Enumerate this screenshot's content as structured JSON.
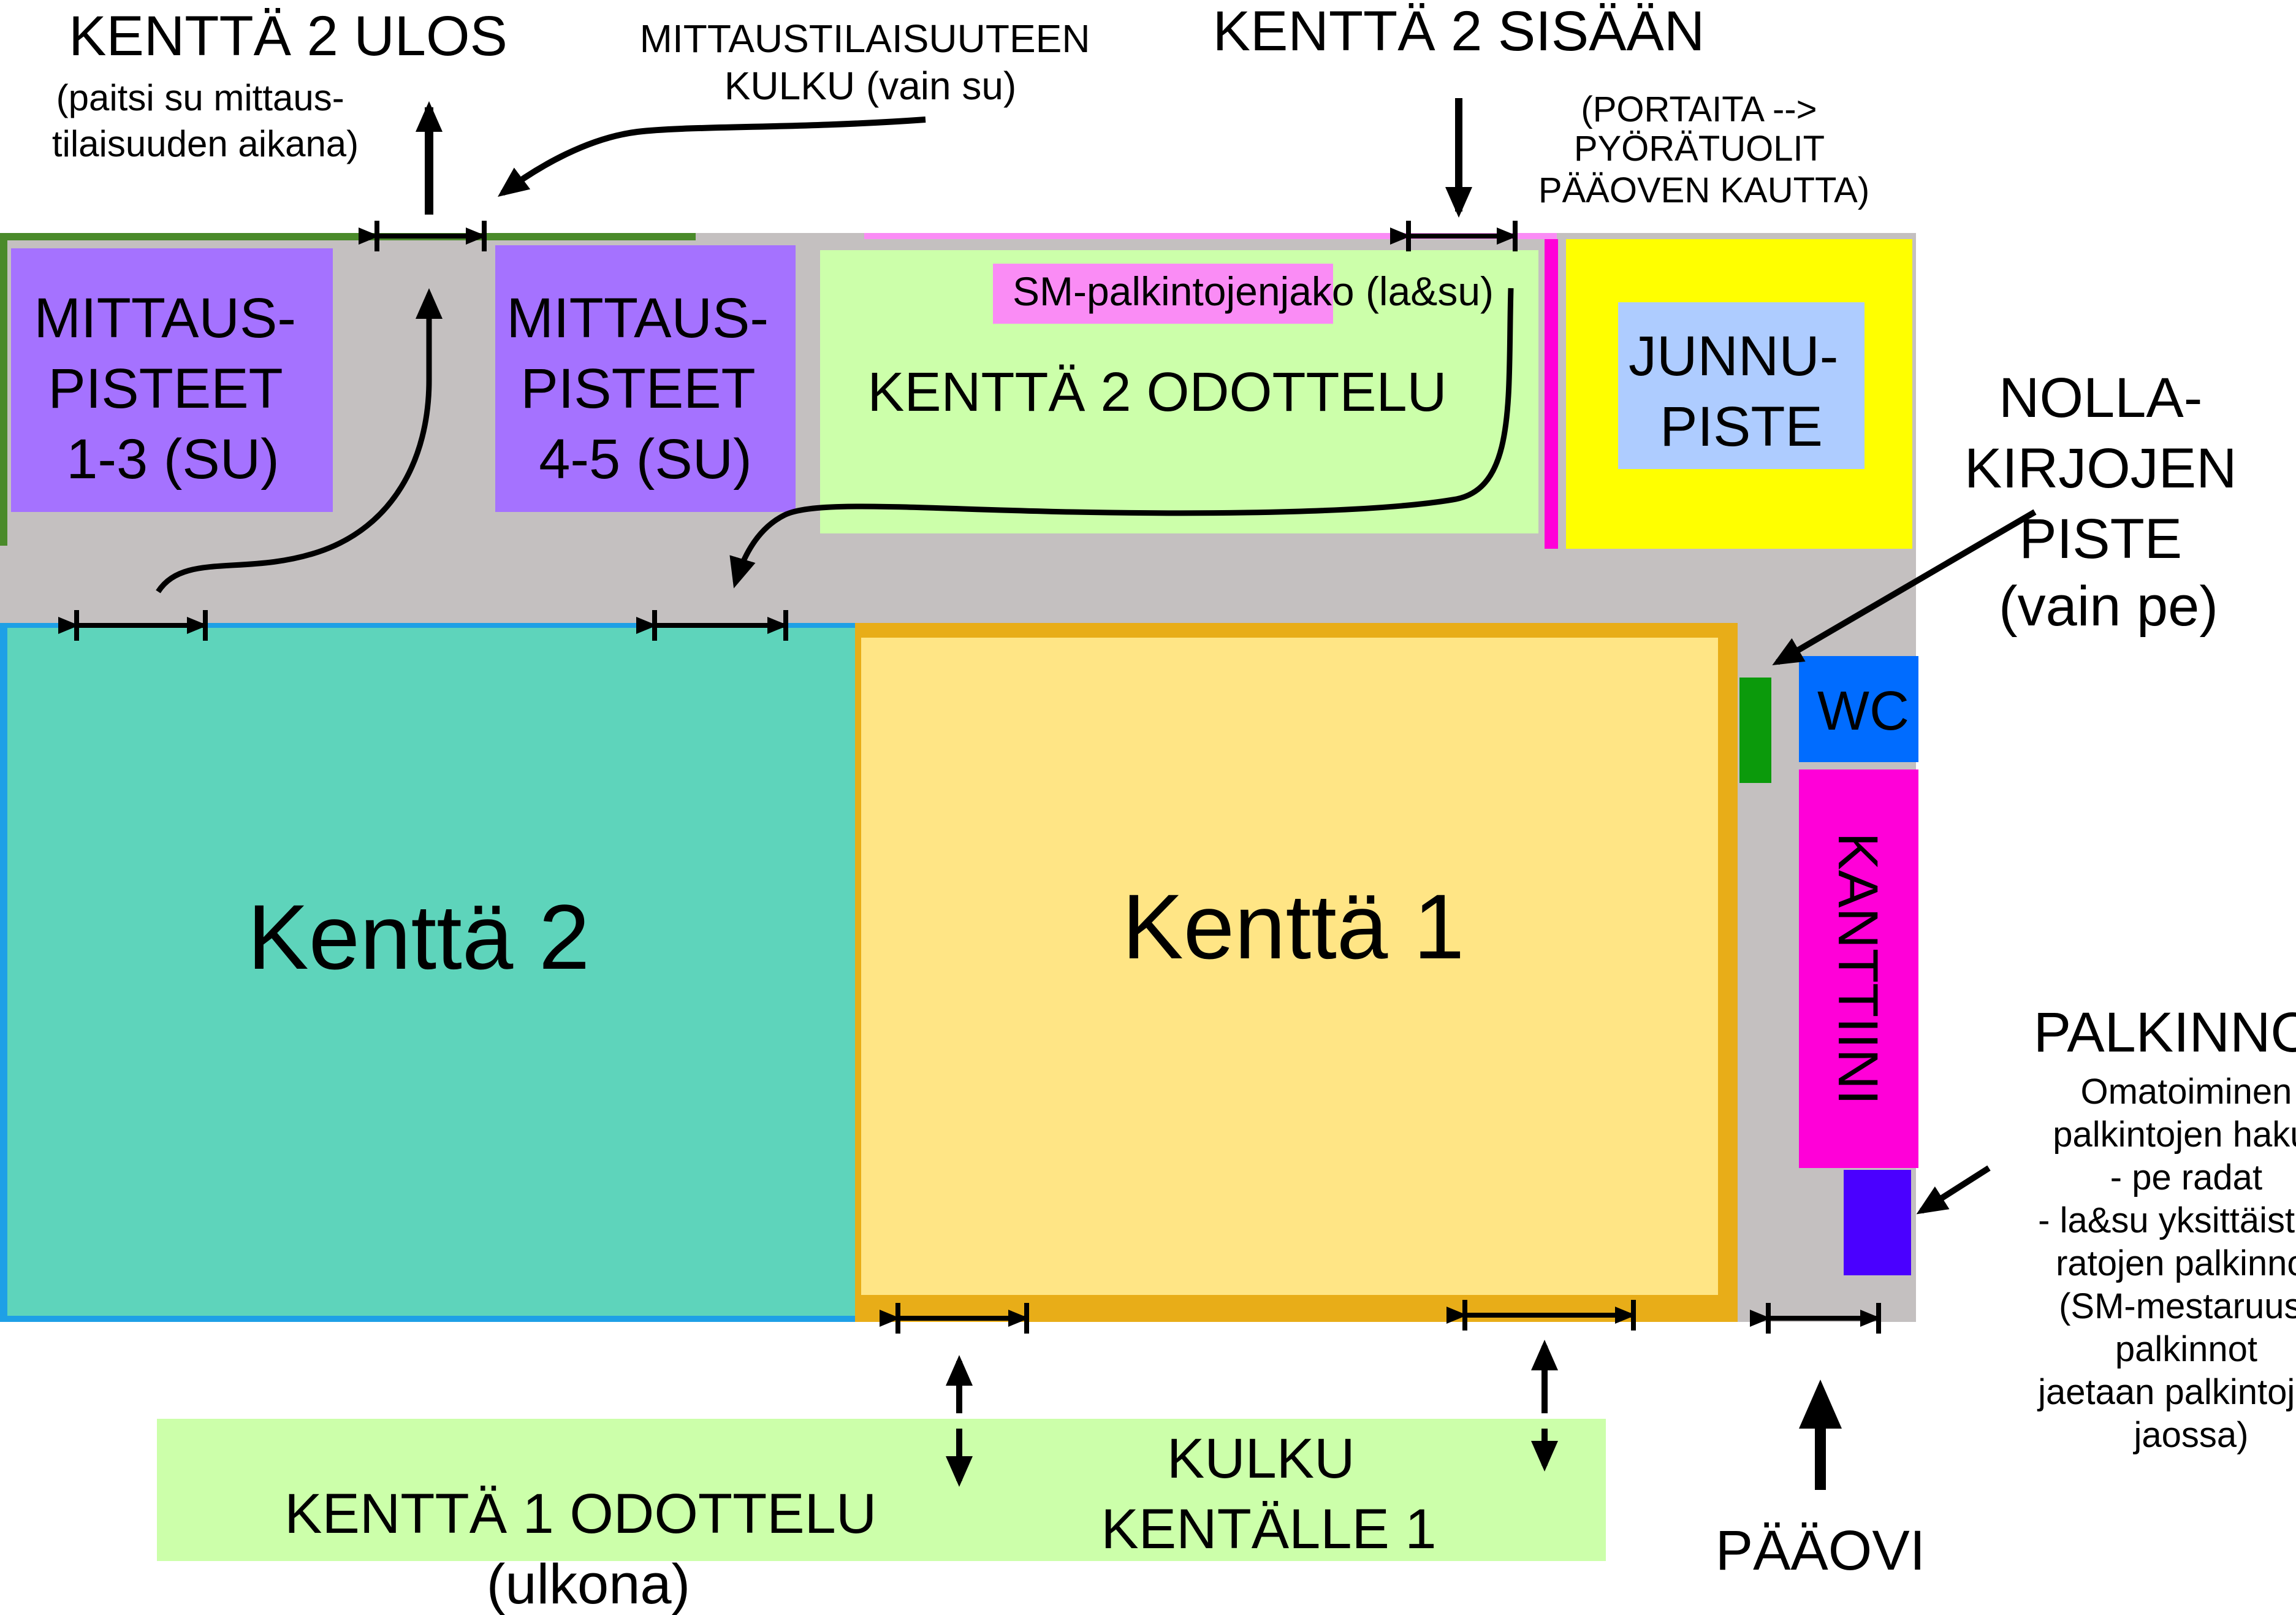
{
  "colors": {
    "floor": "#c4c0c0",
    "purple": "#a572ff",
    "light_green": "#ccffaa",
    "pink": "#fa8cf5",
    "yellow": "#ffff00",
    "light_blue": "#aeccff",
    "teal": "#5ed4bb",
    "light_yellow": "#ffe585",
    "orange_border": "#e8ad18",
    "green": "#0b9a0b",
    "blue": "#006cff",
    "magenta": "#ff00d8",
    "violet": "#4a00ff",
    "dark_green_border": "#4a8a2a",
    "cyan_border": "#1ea0e6"
  },
  "labels": {
    "kentta2_ulos": "KENTTÄ 2 ULOS",
    "kentta2_ulos_note": [
      "(paitsi su mittaus-",
      "tilaisuuden aikana)"
    ],
    "mittaus_kulku": [
      "MITTAUSTILAISUUTEEN",
      "KULKU (vain su)"
    ],
    "kentta2_sisaan": "KENTTÄ 2 SISÄÄN",
    "portaita_note": [
      "(PORTAITA -->",
      "PYÖRÄTUOLIT",
      "PÄÄOVEN KAUTTA)"
    ],
    "mittauspisteet_1_3": [
      "MITTAUS-",
      "PISTEET",
      "1-3 (SU)"
    ],
    "mittauspisteet_4_5": [
      "MITTAUS-",
      "PISTEET",
      "4-5 (SU)"
    ],
    "sm_palkintojenjako": "SM-palkintojenjako (la&su)",
    "kentta2_odottelu": "KENTTÄ 2 ODOTTELU",
    "junnupiste": [
      "JUNNU-",
      "PISTE"
    ],
    "nollakirjojen_piste": [
      "NOLLA-",
      "KIRJOJEN",
      "PISTE",
      "(vain pe)"
    ],
    "wc": "WC",
    "kanttiini": "KANTTIINI",
    "kentta2": "Kenttä 2",
    "kentta1": "Kenttä 1",
    "palkinnot_title": "PALKINNOT",
    "palkinnot_lines": [
      "Omatoiminen",
      "palkintojen haku:",
      "- pe radat",
      "- la&su yksittäisten",
      "ratojen palkinnot",
      "(SM-mestaruus-",
      "palkinnot",
      "jaetaan palkintojen",
      "jaossa)"
    ],
    "kentta1_odottelu": [
      "KENTTÄ 1 ODOTTELU",
      "(ulkona)"
    ],
    "kulku_kentalle1": [
      "KULKU",
      "KENTÄLLE 1"
    ],
    "paaovi": "PÄÄOVI"
  }
}
